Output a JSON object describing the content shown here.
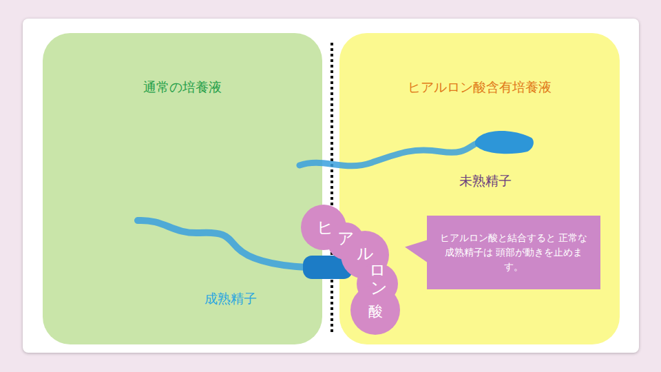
{
  "diagram": {
    "nodes": [
      {
        "text": [
          "通常の培養液"
        ]
      },
      {
        "text": [
          "ヒアルロン酸含有培養液"
        ]
      },
      {
        "text": [
          "ヒアルロン酸"
        ]
      },
      {
        "text": [
          "ヒアルロン酸と結合すると 正常な成熟精子は 頭部が動きを止めます。"
        ],
        "in": 1
      }
    ],
    "edges": [
      {
        "from": 3,
        "to": 2,
        "arrow": "none"
      }
    ],
    "labels": [
      "未熟精子",
      "成熟精子"
    ]
  }
}
